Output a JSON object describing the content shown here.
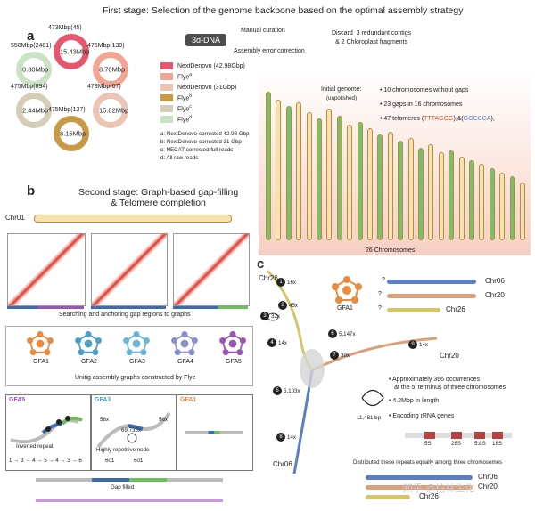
{
  "header": {
    "title": "First stage: Selection of the genome backbone based on the optimal assembly strategy"
  },
  "panel_a": {
    "label": "a",
    "rings": [
      {
        "top": "473Mbp(45)",
        "center": "15.43Mbp",
        "color": "#e8566e"
      },
      {
        "top": "550Mbp(2481)",
        "center": "0.80Mbp",
        "color": "#c9e3c4"
      },
      {
        "top": "475Mbp(139)",
        "center": "8.70Mbp",
        "color": "#f2a593"
      },
      {
        "top": "475Mbp(894)",
        "center": "2.44Mbp",
        "color": "#d6cdb8"
      },
      {
        "top": "475Mbp(137)",
        "center": "8.15Mbp",
        "color": "#c99a45"
      },
      {
        "top": "473Mbp(67)",
        "center": "15.82Mbp",
        "color": "#ebc4b3"
      }
    ],
    "legend": [
      {
        "label": "NextDenovo (42.98Gbp)",
        "color": "#e8566e"
      },
      {
        "label": "Flye",
        "sup": "a",
        "color": "#f2a593"
      },
      {
        "label": "NextDenovo (31Gbp)",
        "color": "#ebc4b3"
      },
      {
        "label": "Flye",
        "sup": "b",
        "color": "#c99a45"
      },
      {
        "label": "Flye",
        "sup": "c",
        "color": "#d6cdb8"
      },
      {
        "label": "Flye",
        "sup": "d",
        "color": "#c9e3c4"
      }
    ],
    "notes": [
      "a: NextDenovo-corrected 42.98 Gbp",
      "b: NextDenovo-corrected 31 Gbp",
      "c: NECAT-corrected full reads",
      "d: All raw reads"
    ],
    "dna_box": "3d-DNA",
    "arrow_top": "Manual curation",
    "arrow_bottom": "Assembly error correction",
    "discard": "Discard  3 redundant contigs\n& 2 Chloroplast fragments",
    "initial_genome": {
      "title": "Initial genome:",
      "subtitle": "(unpolished)"
    },
    "bullets": [
      "10 chromosomes without gaps",
      "23 gaps in 16 chromosomes",
      "47 telomeres ("
    ],
    "telomere_seq1": "TTTAGGG",
    "telomere_seq2": "GGCCCA",
    "telomere_end": "),",
    "chrom_caption": "26 Chromosomes",
    "chrom_heights": [
      0.93,
      0.88,
      0.84,
      0.86,
      0.8,
      0.76,
      0.82,
      0.78,
      0.72,
      0.74,
      0.7,
      0.66,
      0.68,
      0.62,
      0.64,
      0.58,
      0.6,
      0.55,
      0.56,
      0.52,
      0.5,
      0.48,
      0.45,
      0.42,
      0.4,
      0.36
    ],
    "chrom_green": [
      1,
      0,
      1,
      0,
      0,
      1,
      0,
      1,
      0,
      1,
      0,
      1,
      0,
      1,
      0,
      1,
      0,
      0,
      1,
      0,
      1,
      0,
      1,
      0,
      1,
      0
    ]
  },
  "panel_b": {
    "label": "b",
    "title": "Second stage: Graph-based gap-filling\n& Telomere completion",
    "chr_label": "Chr01",
    "search_text": "Searching and anchoring gap regions to graphs",
    "gfa": [
      "GFA1",
      "GFA2",
      "GFA3",
      "GFA4",
      "GFA5"
    ],
    "gfa_colors": [
      "#e98c3e",
      "#4aa0c8",
      "#6ab5d8",
      "#8b8fc9",
      "#9a55b5"
    ],
    "unitig_caption": "Unitig assembly graphs constructed by Flye",
    "box1": {
      "title": "GFA5",
      "caption": "Inverted repeat",
      "nums": "1 → 3 → 4 → 5 → 4 → 3 → 6"
    },
    "box2": {
      "title": "GFA3",
      "caption": "Highly repetitive node",
      "n1": "58x",
      "n2": "69,735x",
      "n3": "58x",
      "n4": "601",
      "n5": "601"
    },
    "box3": {
      "title": "GFA1"
    },
    "gap_filled": "Gap filled"
  },
  "panel_c": {
    "label": "c",
    "chr26": "Chr26",
    "chr06": "Chr06",
    "chr20": "Chr20",
    "nodes": [
      {
        "id": "1",
        "label": "16x"
      },
      {
        "id": "2",
        "label": "45x"
      },
      {
        "id": "3",
        "label": "32x"
      },
      {
        "id": "4",
        "label": "14x"
      },
      {
        "id": "5",
        "label": "5,103x"
      },
      {
        "id": "6",
        "label": "5,147x"
      },
      {
        "id": "7",
        "label": "39x"
      },
      {
        "id": "8",
        "label": "14x"
      },
      {
        "id": "9",
        "label": "14x"
      }
    ],
    "gfa1": "GFA1",
    "rows": [
      {
        "q": "?",
        "name": "Chr06"
      },
      {
        "q": "?",
        "name": "Chr20"
      },
      {
        "q": "?",
        "name": "Chr26"
      }
    ],
    "facts": [
      "Approximately 366 occurrences",
      "at the 5' terminus of three chromosomes",
      "4.2Mbp in length",
      "Encoding rRNA genes"
    ],
    "loop_len": "11,481 bp",
    "rrna": [
      "5S",
      "28S",
      "5.8S",
      "18S"
    ],
    "distribute": "Distributed these repeats equally among three chromosomes",
    "rows2": [
      "Chr06",
      "Chr20",
      "Chr26"
    ]
  },
  "watermark": "知乎 @柏林生化"
}
